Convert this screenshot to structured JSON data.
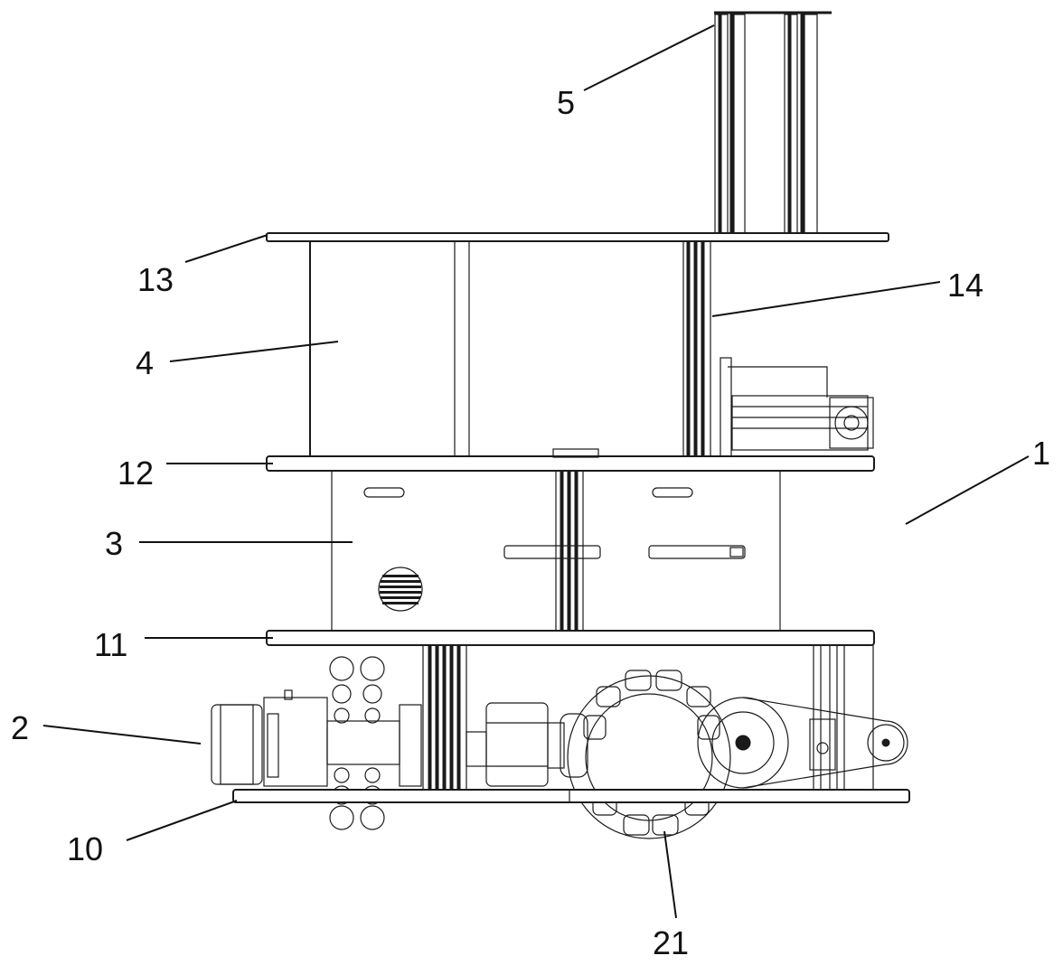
{
  "labels": {
    "l1": "1",
    "l2": "2",
    "l3": "3",
    "l4": "4",
    "l5": "5",
    "l10": "10",
    "l11": "11",
    "l12": "12",
    "l13": "13",
    "l14": "14",
    "l21": "21"
  },
  "colors": {
    "line": "#1a1a1a",
    "background": "#ffffff"
  }
}
